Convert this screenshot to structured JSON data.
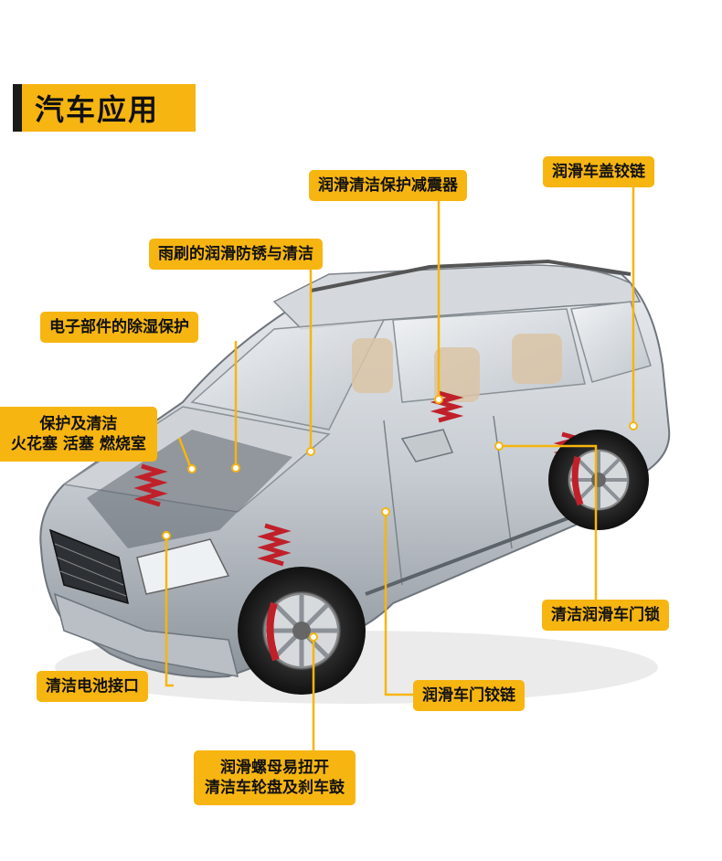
{
  "header": {
    "title": "汽车应用"
  },
  "colors": {
    "accent": "#f6b511",
    "header_bar": "#1a1a1a",
    "text": "#111111"
  },
  "labels": {
    "shock_absorber": "润滑清洁保护减震器",
    "trunk_hinge": "润滑车盖铰链",
    "wiper": "雨刷的润滑防锈与清洁",
    "electronics": "电子部件的除湿保护",
    "spark": {
      "line1": "保护及清洁",
      "line2": "火花塞 活塞 燃烧室"
    },
    "door_lock": "清洁润滑车门锁",
    "battery": "清洁电池接口",
    "door_hinge": "润滑车门铰链",
    "wheel": {
      "line1": "润滑螺母易扭开",
      "line2": "清洁车轮盘及刹车鼓"
    }
  }
}
